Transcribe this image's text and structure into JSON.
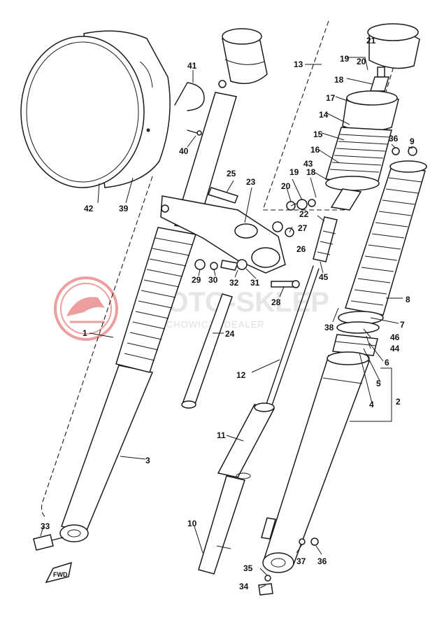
{
  "watermark": {
    "brand": "MOTO-SKLEP",
    "subtitle": "PIECHOWICZ | DEALER",
    "color": "#e05050"
  },
  "fwd_label": "FWD",
  "labels": {
    "p1": "1",
    "p2": "2",
    "p3": "3",
    "p4": "4",
    "p5": "5",
    "p6": "6",
    "p7": "7",
    "p8": "8",
    "p9": "9",
    "p10": "10",
    "p11": "11",
    "p12": "12",
    "p13": "13",
    "p14": "14",
    "p15": "15",
    "p16": "16",
    "p17": "17",
    "p18a": "18",
    "p18b": "18",
    "p19a": "19",
    "p19b": "19",
    "p20a": "20",
    "p20b": "20",
    "p21": "21",
    "p22": "22",
    "p23": "23",
    "p24": "24",
    "p25": "25",
    "p26": "26",
    "p27": "27",
    "p28": "28",
    "p29": "29",
    "p30": "30",
    "p31": "31",
    "p32": "32",
    "p33": "33",
    "p34": "34",
    "p35": "35",
    "p36a": "36",
    "p36b": "36",
    "p37": "37",
    "p38": "38",
    "p39": "39",
    "p40": "40",
    "p41": "41",
    "p42": "42",
    "p43": "43",
    "p44": "44",
    "p45": "45",
    "p46": "46"
  }
}
